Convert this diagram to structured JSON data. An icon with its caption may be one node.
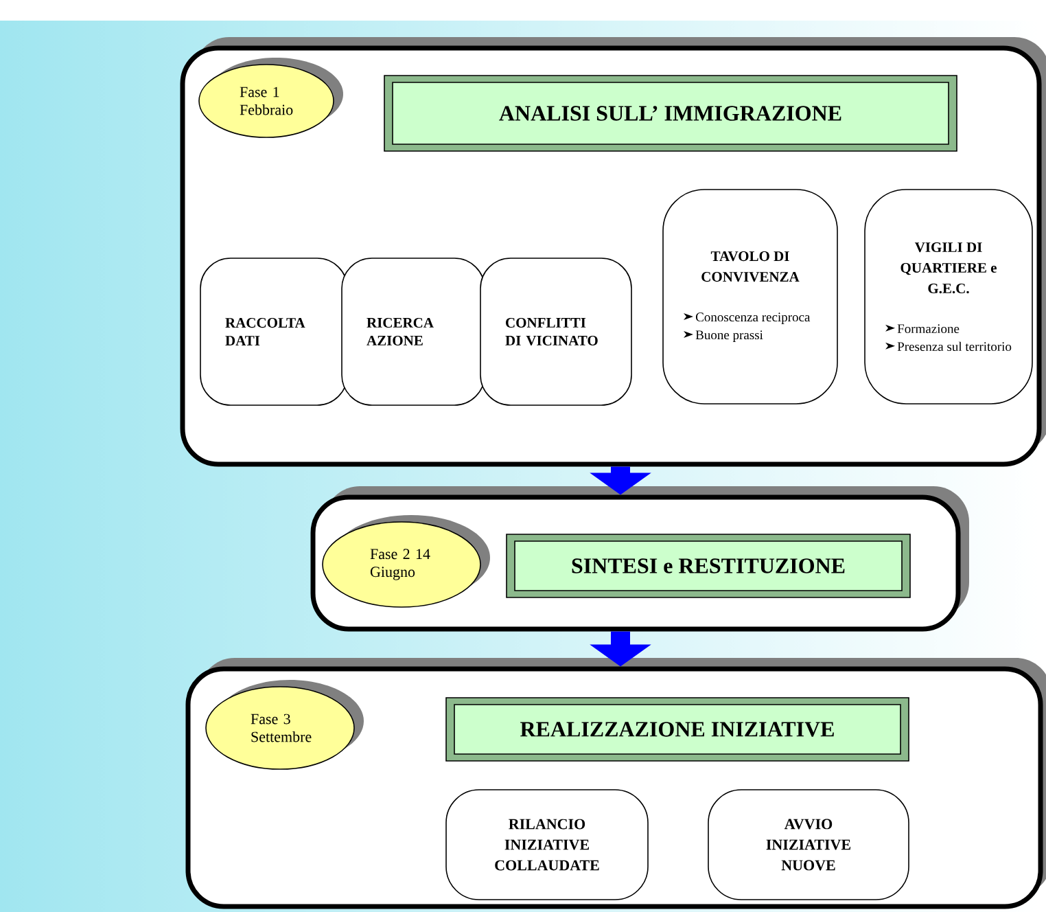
{
  "diagram": {
    "nodes": [
      {
        "text": [],
        "shape": "box"
      },
      {
        "text": [
          "Fase 1 Febbraio"
        ],
        "in": 0
      },
      {
        "text": [
          "ANALISI  SULL’ IMMIGRAZIONE"
        ],
        "in": 0
      },
      {
        "text": [
          "RACCOLTA DATI"
        ],
        "in": 0
      },
      {
        "text": [
          "RICERCA AZIONE"
        ],
        "in": 0
      },
      {
        "text": [
          "CONFLITTI DI VICINATO"
        ],
        "in": 0
      },
      {
        "text": [
          "TAVOLO DI CONVIVENZA",
          "Conoscenza reciproca",
          "Buone prassi"
        ],
        "in": 0
      },
      {
        "text": [
          "VIGILI DI QUARTIERE e G.E.C.",
          "Formazione",
          "Presenza sul territorio"
        ],
        "in": 0
      },
      {
        "text": [],
        "shape": "box"
      },
      {
        "text": [
          "Fase 2 14 Giugno"
        ],
        "in": 8
      },
      {
        "text": [
          "SINTESI e RESTITUZIONE"
        ],
        "in": 8
      },
      {
        "text": [],
        "shape": "box"
      },
      {
        "text": [
          "Fase 3 Settembre"
        ],
        "in": 11
      },
      {
        "text": [
          "REALIZZAZIONE INIZIATIVE"
        ],
        "in": 11
      },
      {
        "text": [
          "RILANCIO INIZIATIVE COLLAUDATE"
        ],
        "in": 11
      },
      {
        "text": [
          "AVVIO INIZIATIVE NUOVE"
        ],
        "in": 11
      }
    ],
    "edges": [
      {
        "from": 0,
        "to": 8,
        "arrow": "to"
      },
      {
        "from": 8,
        "to": 11,
        "arrow": "to"
      }
    ]
  }
}
